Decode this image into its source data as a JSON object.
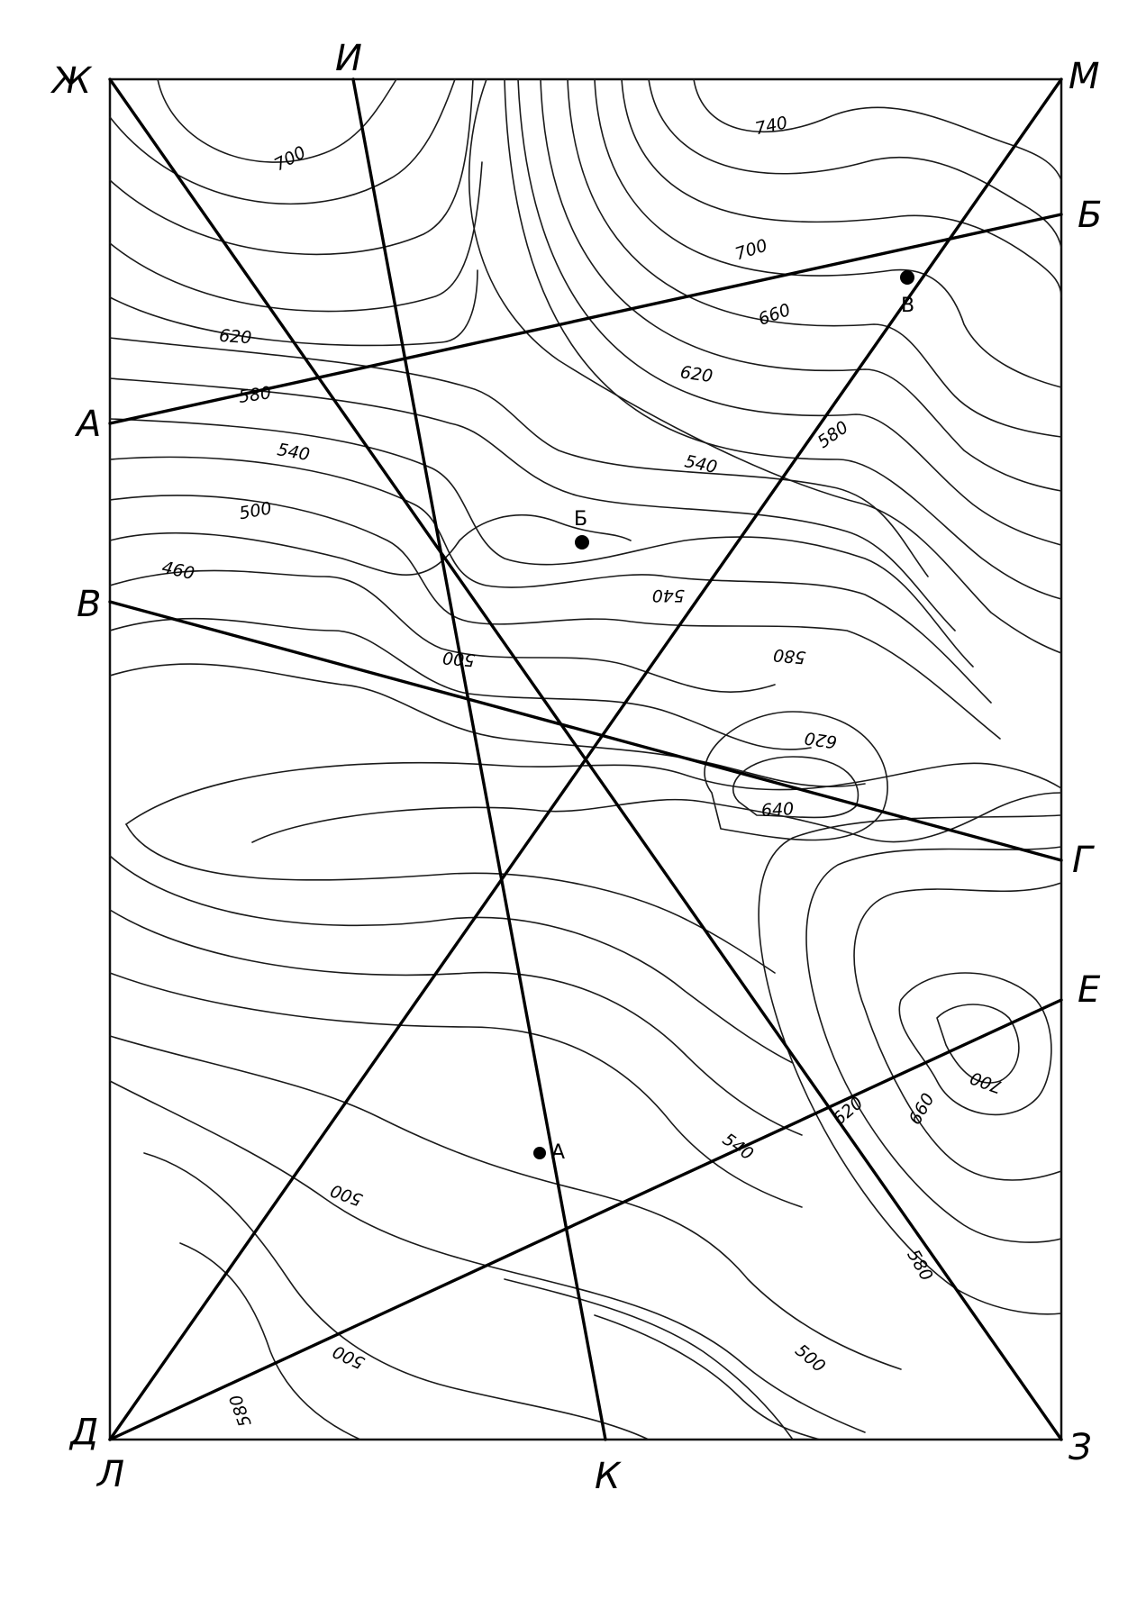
{
  "corners": {
    "zh": "Ж",
    "i": "И",
    "m": "М",
    "a": "А",
    "b": "Б",
    "v": "В",
    "g": "Г",
    "e": "Е",
    "d": "Д",
    "l": "Л",
    "k": "К",
    "z": "З"
  },
  "elevations": {
    "e740": "740",
    "e700a": "700",
    "e700b": "700",
    "e660": "660",
    "e620a": "620",
    "e620b": "620",
    "e580a": "580",
    "e580b": "580",
    "e540a": "540",
    "e540b": "540",
    "e500a": "500",
    "e460": "460",
    "e540c": "540",
    "e500b": "500",
    "e580c": "580",
    "e620c": "620",
    "e640": "640",
    "e700c": "700",
    "e660b": "660",
    "e620d": "620",
    "e540d": "540",
    "e500c": "500",
    "e580d": "580",
    "e500d": "500",
    "e500e": "500",
    "e580e": "580"
  },
  "points": {
    "p_b": "Б",
    "p_v": "В",
    "p_a": "А"
  }
}
